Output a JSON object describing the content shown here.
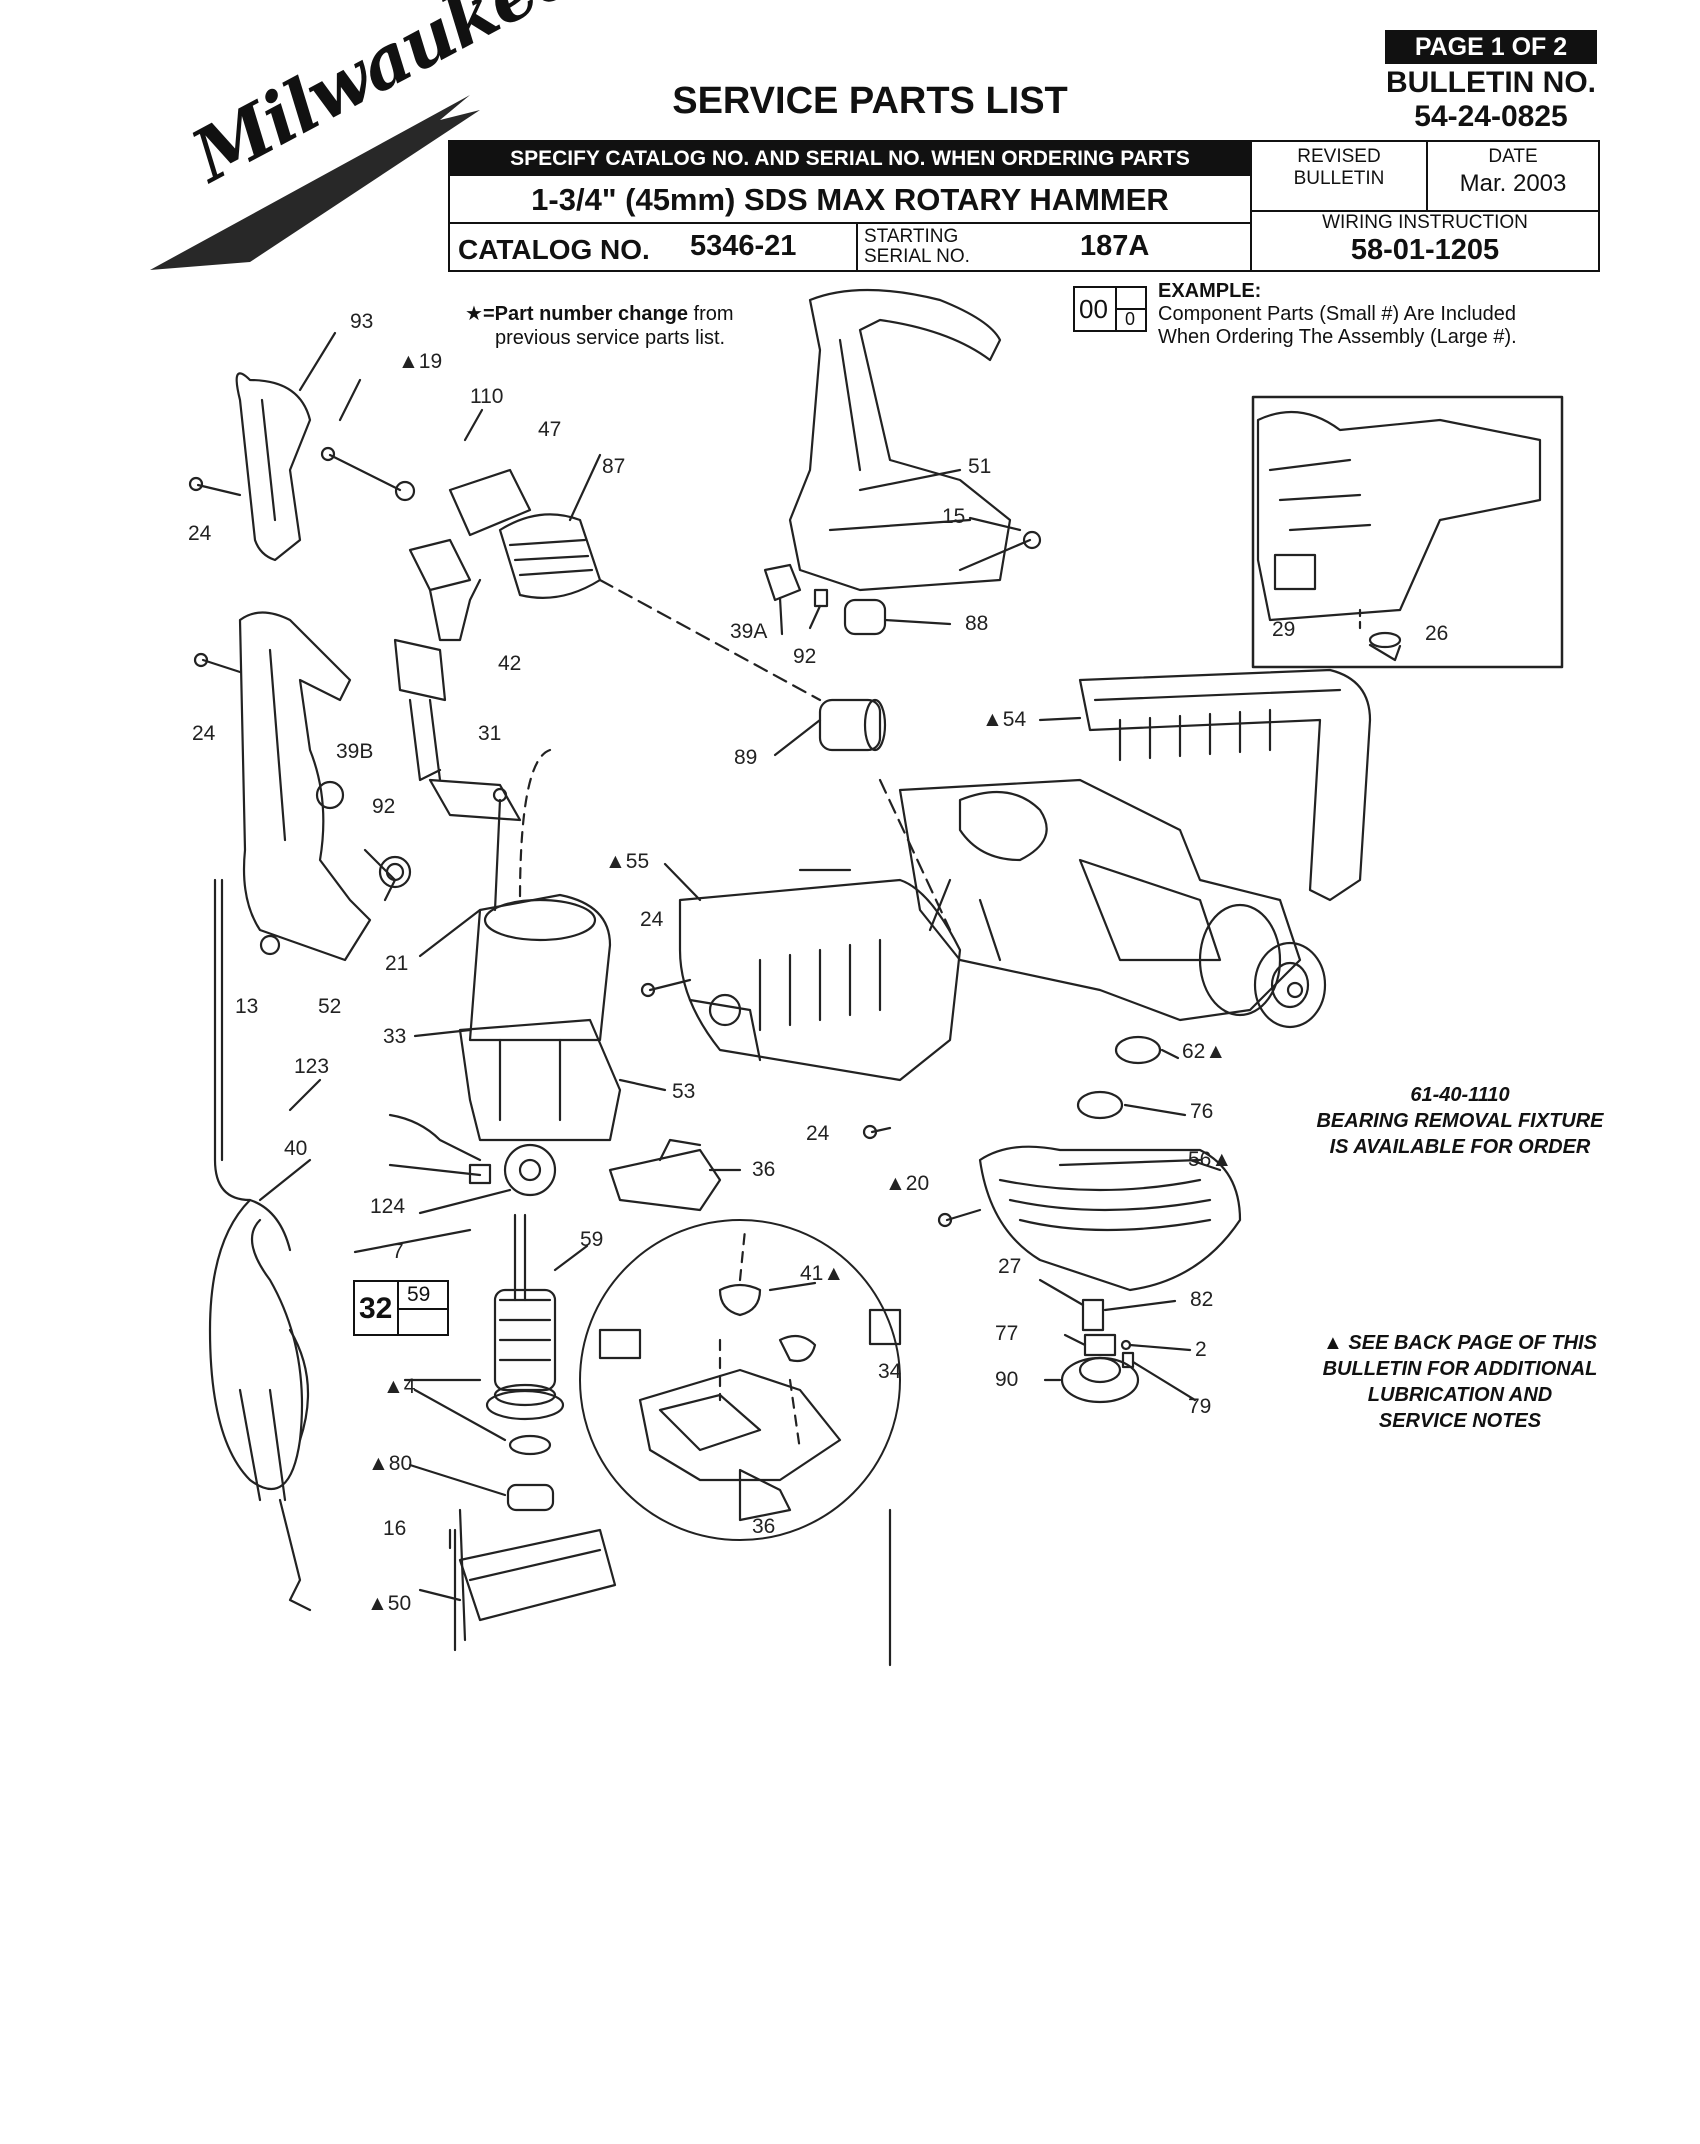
{
  "header": {
    "brand": "Milwaukee",
    "page_badge": "PAGE 1 OF 2",
    "bulletin_label": "BULLETIN NO.",
    "bulletin_no": "54-24-0825",
    "title": "SERVICE PARTS LIST",
    "specify_note": "SPECIFY CATALOG NO. AND SERIAL NO. WHEN ORDERING PARTS",
    "product_name": "1-3/4\" (45mm) SDS MAX ROTARY HAMMER",
    "catalog_label": "CATALOG NO.",
    "catalog_no": "5346-21",
    "starting_serial_label_1": "STARTING",
    "starting_serial_label_2": "SERIAL NO.",
    "serial_no": "187A",
    "revised_bulletin_label": "REVISED BULLETIN",
    "date_label": "DATE",
    "date_value": "Mar. 2003",
    "wiring_label": "WIRING INSTRUCTION",
    "wiring_value": "58-01-1205"
  },
  "legend": {
    "star_note_bold": "=Part number change",
    "star_note_rest": " from",
    "star_note_line2": "previous service parts list.",
    "example_big": "00",
    "example_small": "0",
    "example_title": "EXAMPLE:",
    "example_line1": "Component Parts (Small #) Are Included",
    "example_line2": "When Ordering The Assembly (Large #)."
  },
  "notes": {
    "fixture_line1": "61-40-1110",
    "fixture_line2": "BEARING REMOVAL FIXTURE",
    "fixture_line3": "IS AVAILABLE FOR ORDER",
    "back_line1": "SEE BACK PAGE OF THIS",
    "back_line2": "BULLETIN FOR ADDITIONAL",
    "back_line3": "LUBRICATION AND",
    "back_line4": "SERVICE NOTES"
  },
  "assembly_box": {
    "big": "32",
    "small": "59"
  },
  "callouts": [
    {
      "id": "c93",
      "text": "93"
    },
    {
      "id": "c19",
      "text": "▲19"
    },
    {
      "id": "c110",
      "text": "110"
    },
    {
      "id": "c47",
      "text": "47"
    },
    {
      "id": "c87",
      "text": "87"
    },
    {
      "id": "c24a",
      "text": "24"
    },
    {
      "id": "c42",
      "text": "42"
    },
    {
      "id": "c31",
      "text": "31"
    },
    {
      "id": "c24b",
      "text": "24"
    },
    {
      "id": "c39b",
      "text": "39B"
    },
    {
      "id": "c92a",
      "text": "92"
    },
    {
      "id": "c13",
      "text": "13"
    },
    {
      "id": "c52",
      "text": "52"
    },
    {
      "id": "c21",
      "text": "21"
    },
    {
      "id": "c33",
      "text": "33"
    },
    {
      "id": "c123",
      "text": "123"
    },
    {
      "id": "c40",
      "text": "40"
    },
    {
      "id": "c53",
      "text": "53"
    },
    {
      "id": "c124",
      "text": "124"
    },
    {
      "id": "c7",
      "text": "7"
    },
    {
      "id": "c59",
      "text": "59"
    },
    {
      "id": "c4",
      "text": "▲4"
    },
    {
      "id": "c80",
      "text": "▲80"
    },
    {
      "id": "c16",
      "text": "16"
    },
    {
      "id": "c50",
      "text": "▲50"
    },
    {
      "id": "c51",
      "text": "51"
    },
    {
      "id": "c15",
      "text": "15"
    },
    {
      "id": "c39a",
      "text": "39A"
    },
    {
      "id": "c92b",
      "text": "92"
    },
    {
      "id": "c88",
      "text": "88"
    },
    {
      "id": "c89",
      "text": "89"
    },
    {
      "id": "c54",
      "text": "▲54"
    },
    {
      "id": "c55",
      "text": "▲55"
    },
    {
      "id": "c24c",
      "text": "24"
    },
    {
      "id": "c36a",
      "text": "36"
    },
    {
      "id": "c24d",
      "text": "24"
    },
    {
      "id": "c41",
      "text": "41▲"
    },
    {
      "id": "c34",
      "text": "34"
    },
    {
      "id": "c36b",
      "text": "36"
    },
    {
      "id": "c62",
      "text": "62▲"
    },
    {
      "id": "c76",
      "text": "76"
    },
    {
      "id": "c56",
      "text": "56▲"
    },
    {
      "id": "c20",
      "text": "▲20"
    },
    {
      "id": "c27",
      "text": "27"
    },
    {
      "id": "c82",
      "text": "82"
    },
    {
      "id": "c77",
      "text": "77"
    },
    {
      "id": "c2",
      "text": "2"
    },
    {
      "id": "c90",
      "text": "90"
    },
    {
      "id": "c79",
      "text": "79"
    },
    {
      "id": "c29",
      "text": "29"
    },
    {
      "id": "c26",
      "text": "26"
    }
  ]
}
